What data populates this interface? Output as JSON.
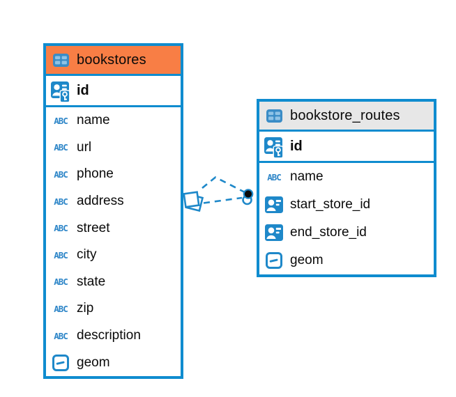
{
  "icons": {
    "text_type_label": "ABC"
  },
  "colors": {
    "accent_blue": "#0F8CCF",
    "icon_blue": "#1E88C9",
    "bookstores_header": "#F87E45",
    "routes_header": "#E7E7E7",
    "relationship_dot": "#0a0a0a"
  },
  "tables": [
    {
      "name": "bookstores",
      "primary_key": "id",
      "columns": [
        {
          "name": "name",
          "type": "text"
        },
        {
          "name": "url",
          "type": "text"
        },
        {
          "name": "phone",
          "type": "text"
        },
        {
          "name": "address",
          "type": "text"
        },
        {
          "name": "street",
          "type": "text"
        },
        {
          "name": "city",
          "type": "text"
        },
        {
          "name": "state",
          "type": "text"
        },
        {
          "name": "zip",
          "type": "text"
        },
        {
          "name": "description",
          "type": "text"
        },
        {
          "name": "geom",
          "type": "geometry"
        }
      ]
    },
    {
      "name": "bookstore_routes",
      "primary_key": "id",
      "columns": [
        {
          "name": "name",
          "type": "text"
        },
        {
          "name": "start_store_id",
          "type": "foreign-key"
        },
        {
          "name": "end_store_id",
          "type": "foreign-key"
        },
        {
          "name": "geom",
          "type": "geometry"
        }
      ]
    }
  ],
  "relationships": [
    {
      "from": "bookstore_routes",
      "to": "bookstores",
      "style": "dashed"
    },
    {
      "from": "bookstore_routes",
      "to": "bookstores",
      "style": "dashed"
    }
  ]
}
